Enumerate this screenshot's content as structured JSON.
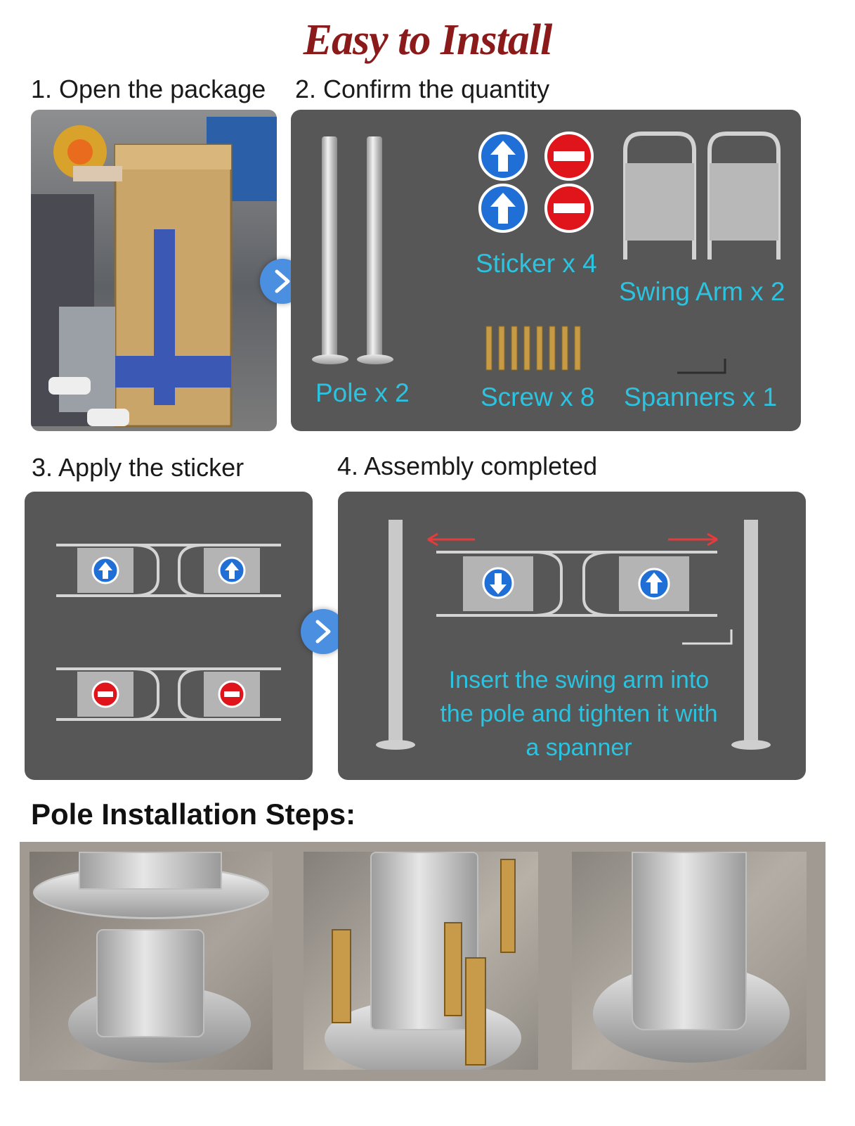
{
  "title": "Easy to Install",
  "steps": {
    "s1": "1. Open the package",
    "s2": "2. Confirm the quantity",
    "s3": "3. Apply the sticker",
    "s4": "4. Assembly completed"
  },
  "parts": {
    "sticker": "Sticker x 4",
    "swing_arm": "Swing Arm x 2",
    "pole": "Pole x 2",
    "screw": "Screw x 8",
    "spanner": "Spanners x 1"
  },
  "instruction": [
    "Insert the swing arm into",
    "the pole and tighten it with",
    "a spanner"
  ],
  "pole_heading": "Pole Installation Steps:",
  "colors": {
    "title": "#8b1a1a",
    "panel": "#575757",
    "accent_text": "#2bc3e0",
    "next_button": "#4a8fe0",
    "sticker_blue": "#1f6fd6",
    "sticker_red": "#e0151c"
  },
  "icons": {
    "next": "chevron-right-icon",
    "up": "arrow-up-icon",
    "down": "arrow-down-icon",
    "stop": "no-entry-icon"
  }
}
